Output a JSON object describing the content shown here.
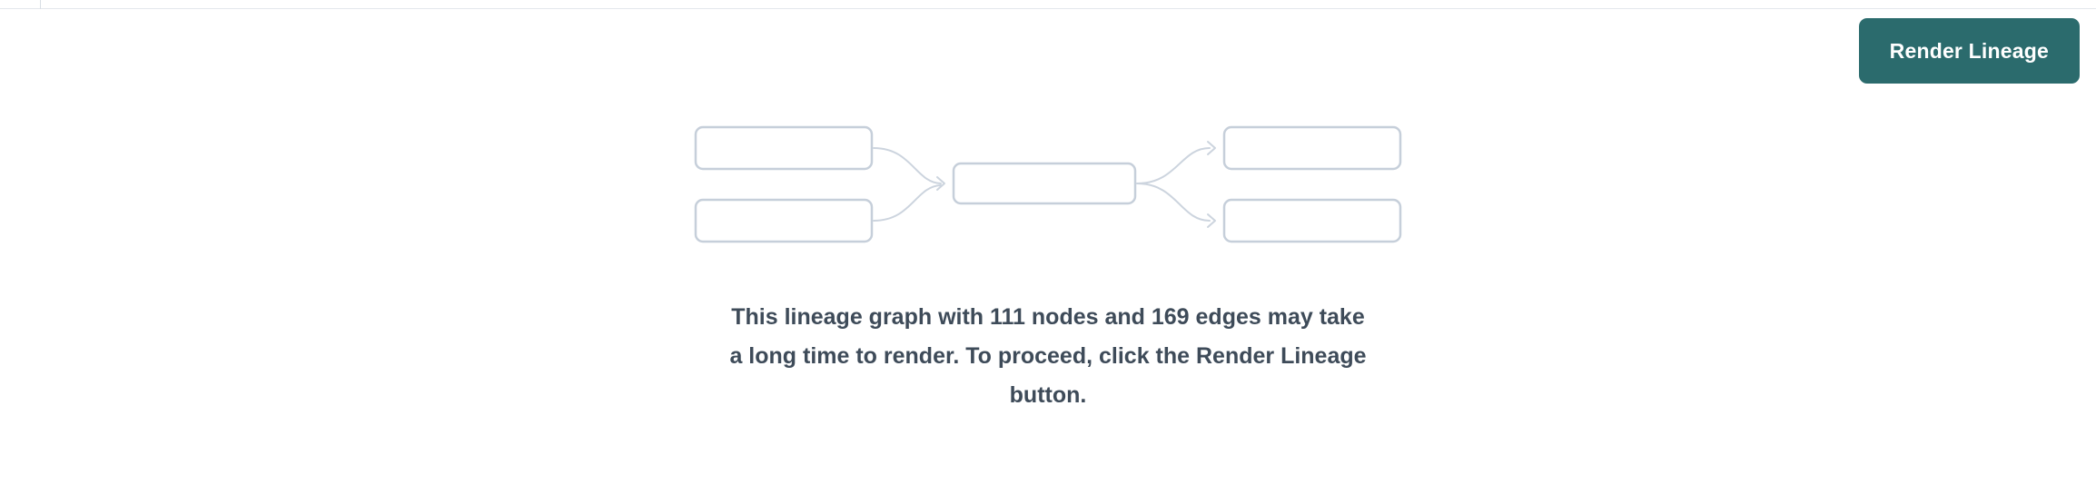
{
  "header": {
    "render_lineage_button": "Render Lineage"
  },
  "placeholder": {
    "message": "This lineage graph with 111 nodes and 169 edges may take a long time to render. To proceed, click the Render Lineage button.",
    "message_lines": [
      "This lineage graph with 111 nodes and 169 edges may take",
      "a long time to render. To proceed, click the Render Lineage",
      "button."
    ],
    "node_count": "111",
    "edge_count": "169"
  },
  "icons": {
    "graph_placeholder": "lineage-graph-icon"
  },
  "colors": {
    "button_teal": "#2b6b6d",
    "box_stroke": "#c6cfda",
    "arrow_stroke": "#ccd4de",
    "message_text": "#3e4b59",
    "border": "#e4e7ec"
  }
}
